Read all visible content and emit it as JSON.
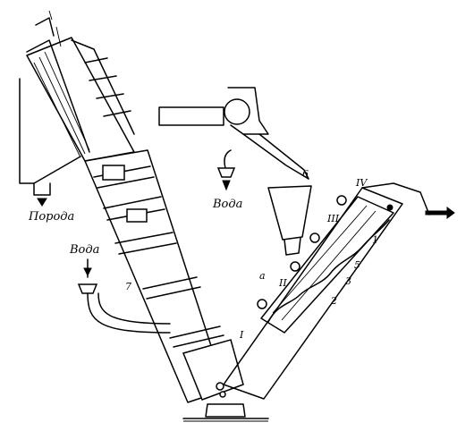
{
  "labels": {
    "poroda": "Порода",
    "voda_left": "Вода",
    "voda_top": "Вода",
    "n7": "7",
    "n6": "6",
    "n1": "1",
    "n2": "2",
    "n3": "3",
    "n5": "5",
    "a": "а",
    "r1": "I",
    "r2": "II",
    "r3": "III",
    "r4": "IV"
  }
}
